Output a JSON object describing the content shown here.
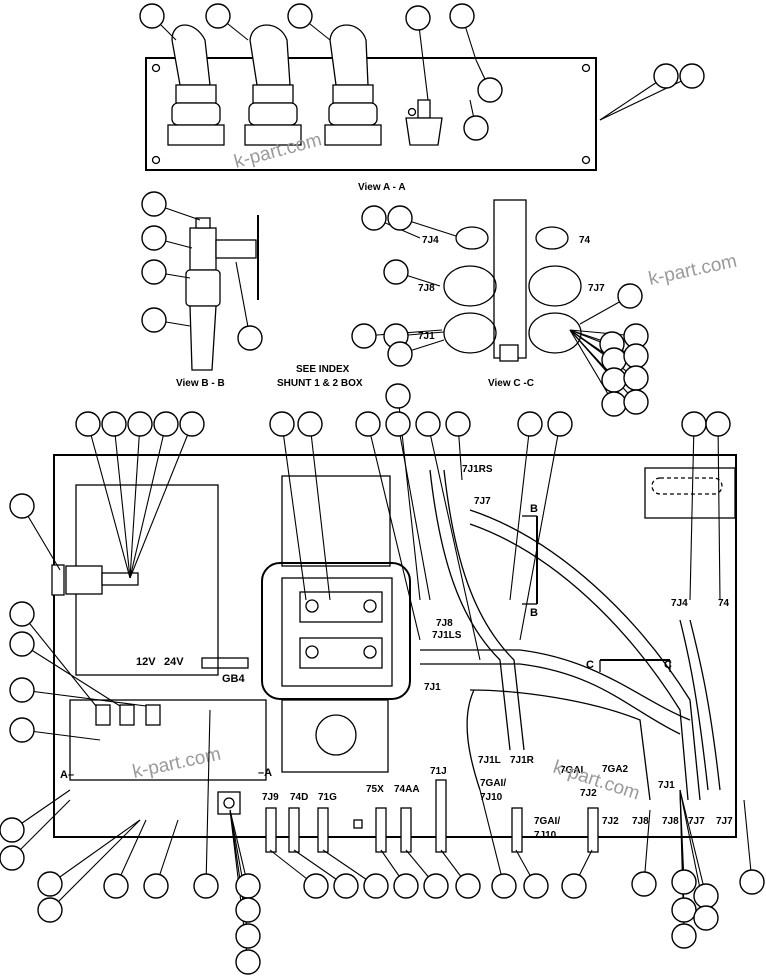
{
  "views": {
    "view_a": "View A - A",
    "view_b": "View B - B",
    "view_c": "View C -C"
  },
  "view_c_labels": [
    "7J4",
    "74",
    "7J8",
    "7J7",
    "7J1"
  ],
  "see_index": {
    "line1": "SEE INDEX",
    "line2": "SHUNT 1 & 2  BOX"
  },
  "panel_labels": {
    "volt12": "12V",
    "volt24": "24V",
    "gb4": "GB4",
    "section_a_left": "A–",
    "section_a_right": "–A",
    "section_b_top": "B",
    "section_b_bottom": "B",
    "section_c_left": "C",
    "section_c_right": "C"
  },
  "connector_labels": {
    "j1rs": "7J1RS",
    "j7_top": "7J7",
    "j8_mid": "7J8",
    "j1ls": "7J1LS",
    "j1_mid": "7J1",
    "j4_right": "7J4",
    "n74_right": "74",
    "j1l": "7J1L",
    "j1r": "7J1R",
    "j9": "7J9",
    "n74d": "74D",
    "n71g": "71G",
    "n75x": "75X",
    "n74aa": "74AA",
    "n71j": "71J",
    "gai_top": "7GAI/",
    "j10_top": "7J10",
    "gai_mid": "7GAI",
    "ga2": "7GA2",
    "j2_top": "7J2",
    "gai_low": "7GAI/",
    "j10_low": "7J10",
    "j2_low": "7J2",
    "j8_low1": "7J8",
    "j8_low2": "7J8",
    "j1_right": "7J1",
    "j7_low1": "7J7",
    "j7_low2": "7J7"
  },
  "watermarks": [
    "k-part.com",
    "k-part.com",
    "k-part.com",
    "k-part.com"
  ]
}
